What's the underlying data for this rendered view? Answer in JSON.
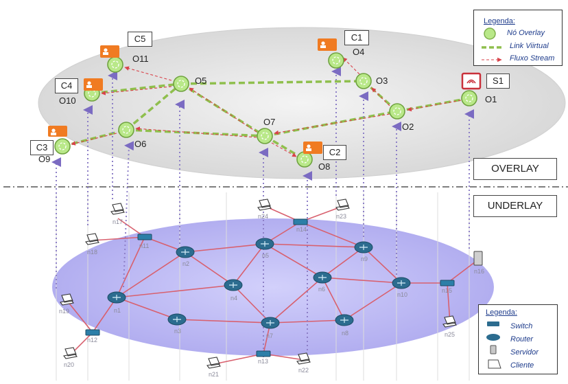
{
  "overlay_legend": {
    "title": "Legenda:",
    "items": [
      "Nó Overlay",
      "Link Viirtual",
      "Fluxo Stream"
    ]
  },
  "underlay_legend": {
    "title": "Legenda:",
    "items": [
      "Switch",
      "Router",
      "Servidor",
      "Cliente"
    ]
  },
  "layers": {
    "overlay": "OVERLAY",
    "underlay": "UNDERLAY"
  },
  "clients": [
    "C1",
    "C2",
    "C3",
    "C4",
    "C5",
    "S1"
  ],
  "overlay_nodes": [
    "O1",
    "O2",
    "O3",
    "O4",
    "O5",
    "O6",
    "O7",
    "O8",
    "O9",
    "O10",
    "O11"
  ],
  "underlay_nodes": [
    "n1",
    "n2",
    "n3",
    "n4",
    "n5",
    "n6",
    "n7",
    "n8",
    "n9",
    "n10",
    "n11",
    "n12",
    "n13",
    "n14",
    "n15",
    "n16",
    "n17",
    "n18",
    "n19",
    "n20",
    "n21",
    "n22",
    "n23",
    "n24",
    "n25"
  ],
  "colors": {
    "overlay_node": "#b9e889",
    "virtual_link": "#8fbf4d",
    "stream": "#d9424a",
    "physical_link": "#d8606e",
    "underlay_ellipse": "#b8b6f0",
    "router": "#2c6c8f",
    "dotted": "#8d7fc7"
  }
}
